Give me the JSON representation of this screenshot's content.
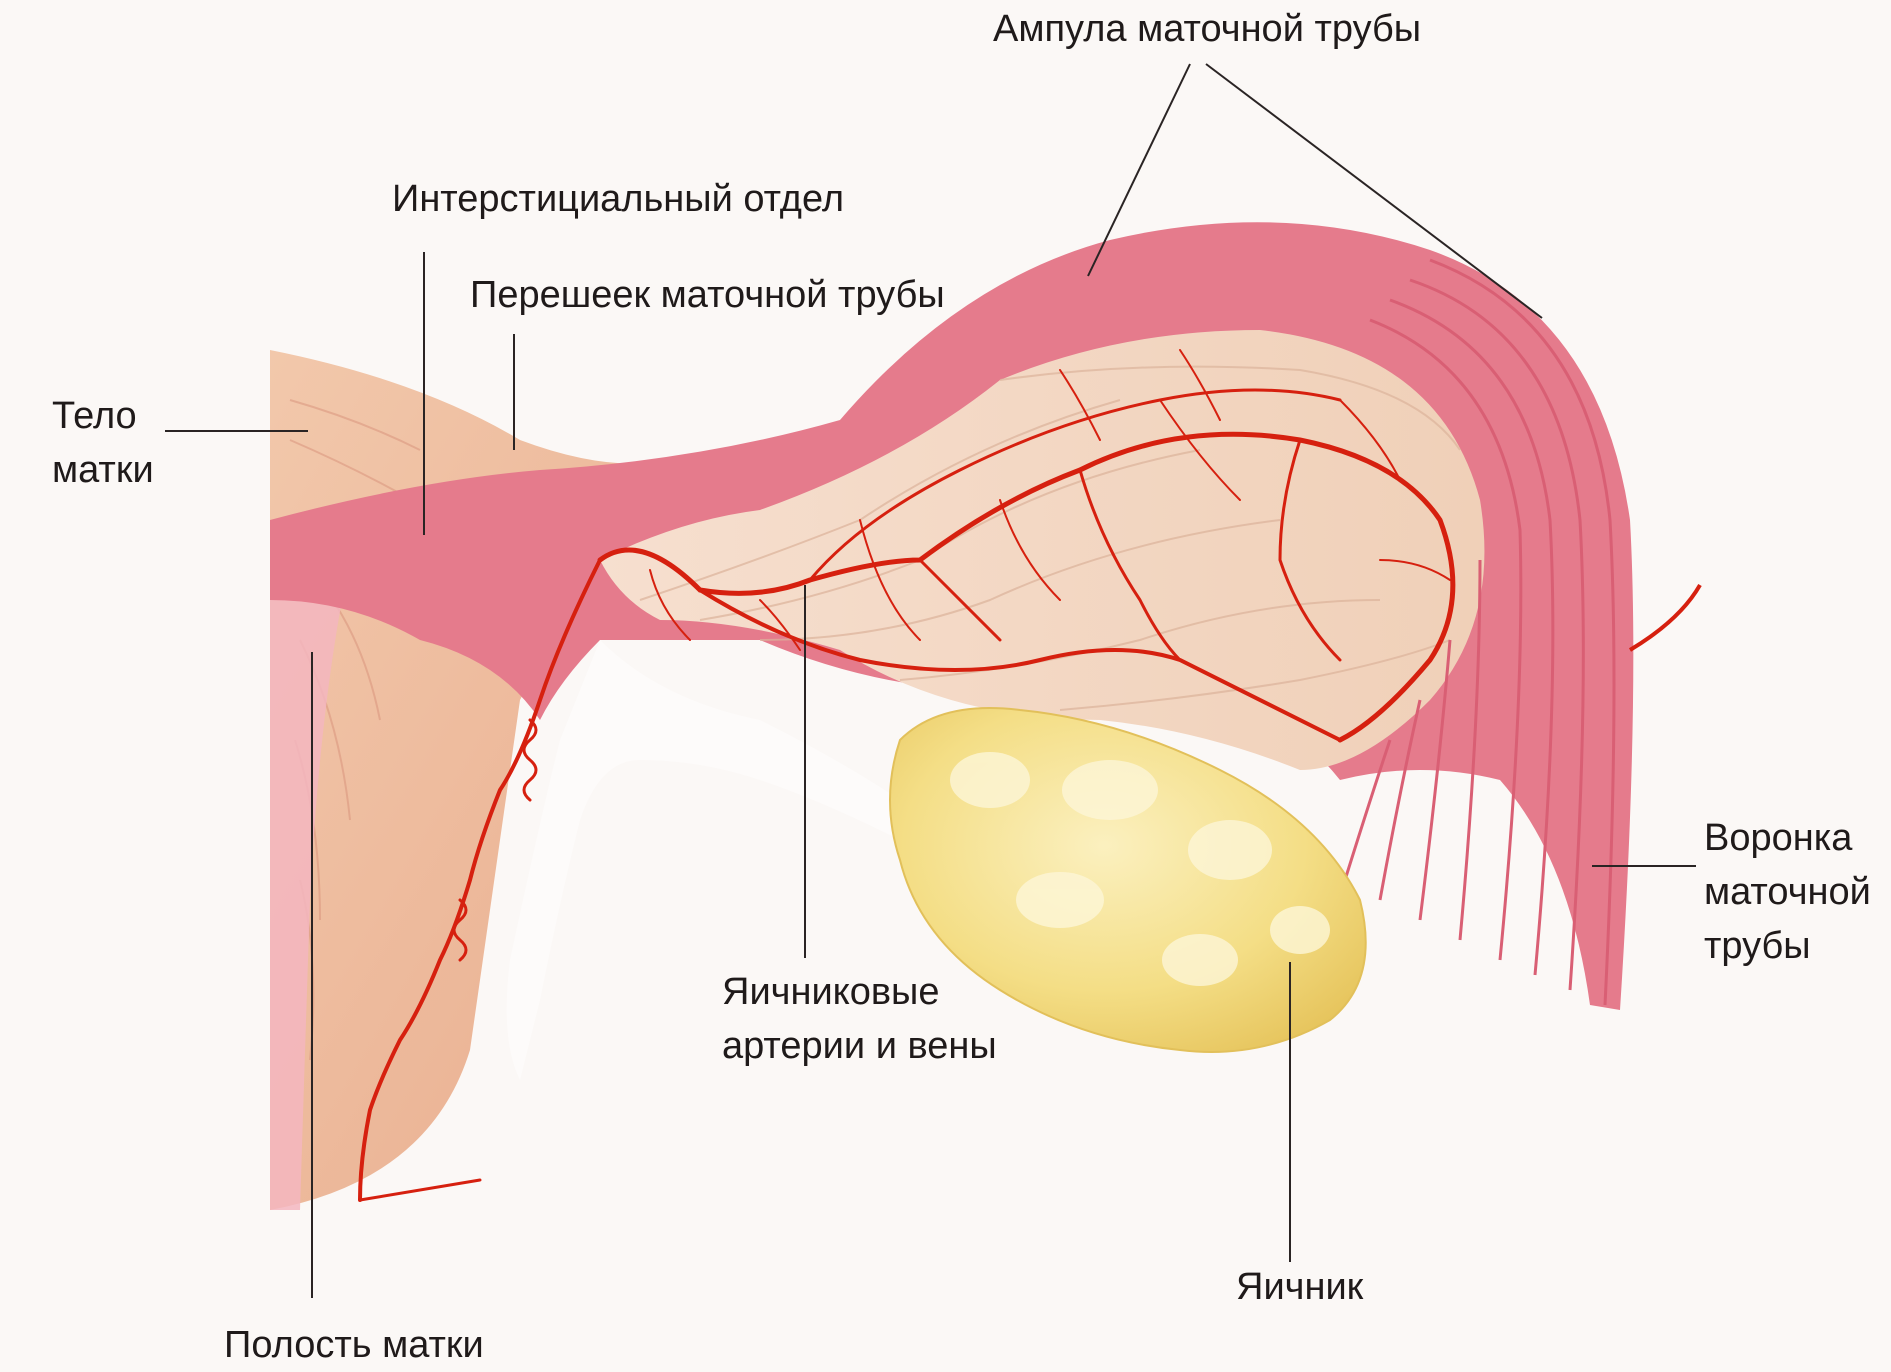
{
  "diagram": {
    "labels": {
      "uterus_body": [
        "Тело",
        "матки"
      ],
      "interstitial": "Интерстициальный отдел",
      "isthmus": "Перешеек маточной трубы",
      "ampulla": "Ампула маточной трубы",
      "infundibulum": [
        "Воронка",
        "маточной",
        "трубы"
      ],
      "ovarian_vessels": [
        "Яичниковые",
        "артерии и вены"
      ],
      "ovary": "Яичник",
      "uterine_cavity": "Полость матки"
    },
    "colors": {
      "background": "#fbf8f6",
      "tube_wall": "#e57b8c",
      "tube_inner": "#f1cdb5",
      "uterus": "#f0bf9f",
      "vessels": "#d6200f",
      "ovary": "#f3dc7d",
      "leader_line": "#2a2424"
    }
  }
}
